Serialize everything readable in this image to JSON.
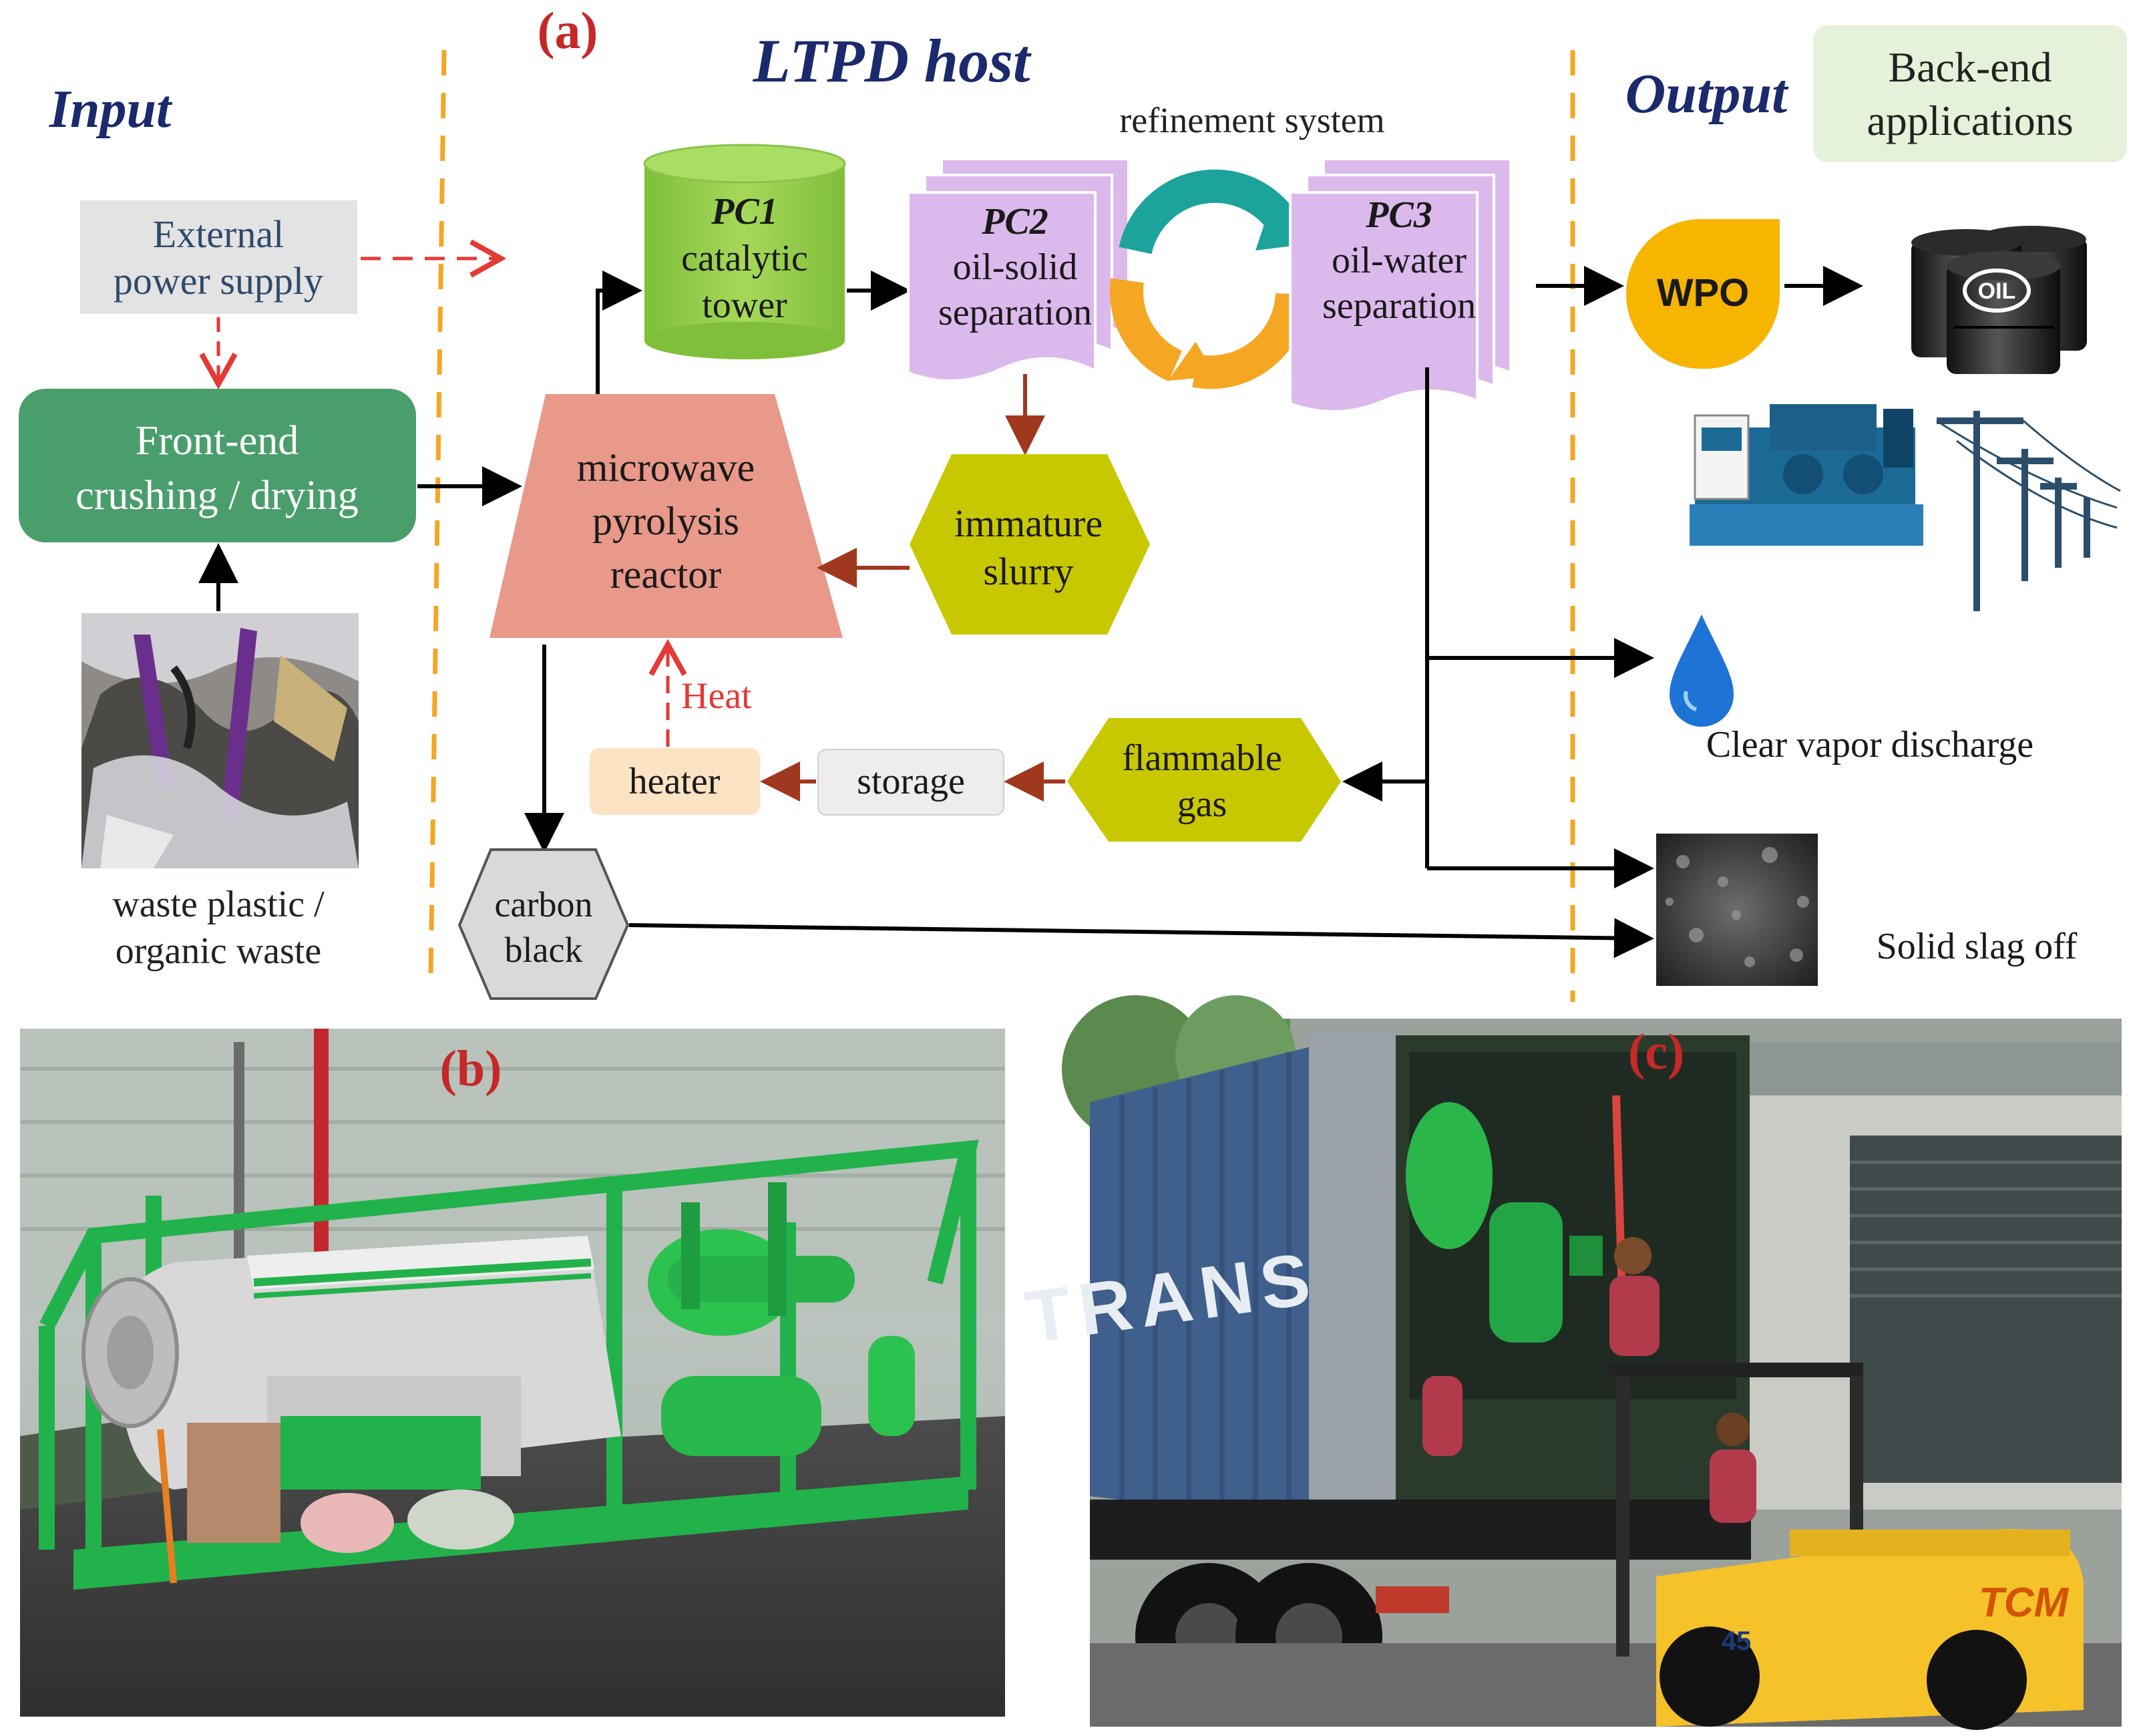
{
  "panel_a": {
    "label": "(a)",
    "sections": {
      "input": "Input",
      "host": "LTPD host",
      "output": "Output"
    },
    "back_end_box": {
      "line1": "Back-end",
      "line2": "applications"
    },
    "refinement_label": "refinement system",
    "external_power": {
      "line1": "External",
      "line2": "power supply"
    },
    "front_end": {
      "line1": "Front-end",
      "line2": "crushing  / drying"
    },
    "waste_caption": {
      "line1": "waste plastic /",
      "line2": "organic waste"
    },
    "pc1": {
      "line1": "PC1",
      "line2": "catalytic",
      "line3": "tower"
    },
    "pc2": {
      "line1": "PC2",
      "line2": "oil-solid",
      "line3": "separation"
    },
    "pc3": {
      "line1": "PC3",
      "line2": "oil-water",
      "line3": "separation"
    },
    "reactor": {
      "line1": "microwave",
      "line2": "pyrolysis",
      "line3": "reactor"
    },
    "immature": {
      "line1": "immature",
      "line2": "slurry"
    },
    "heat_label": "Heat",
    "heater": "heater",
    "storage": "storage",
    "flammable": {
      "line1": "flammable",
      "line2": "gas"
    },
    "carbon_black": {
      "line1": "carbon",
      "line2": "black"
    },
    "wpo": "WPO",
    "oil_label": "OIL",
    "vapor_caption": "Clear vapor discharge",
    "slag_caption": "Solid slag off"
  },
  "panel_b": {
    "label": "(b)"
  },
  "panel_c": {
    "label": "(c)",
    "truck_text": "TRANS",
    "forklift_brand": "TCM",
    "forklift_number": "45"
  },
  "colors": {
    "front_end": "#4a9e6b",
    "pc1": "#8dc63f",
    "pc_purple": "#dcb9ec",
    "reactor": "#e8998a",
    "hexagon_yellow": "#c8c800",
    "heater": "#fce3c3",
    "wpo": "#f7b500",
    "back_end": "#e5f1d9",
    "dashed_orange": "#f5a623",
    "dashed_red": "#e53935",
    "arrow_brown": "#a0381f",
    "label_red": "#c62828",
    "title_navy": "#1a2a6c"
  }
}
